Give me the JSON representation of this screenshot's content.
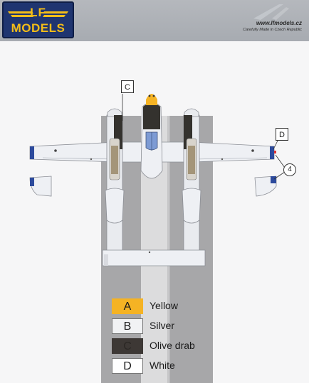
{
  "brand": {
    "logo_top": "LF",
    "logo_bottom": "MODELS",
    "url": "www.lfmodels.cz",
    "tagline": "Carefully Made in Czech Republic"
  },
  "callouts": {
    "c": "C",
    "d": "D",
    "four": "4"
  },
  "legend": [
    {
      "letter": "A",
      "label": "Yellow",
      "color": "#f5b324"
    },
    {
      "letter": "B",
      "label": "Silver",
      "color": "#f1f2f4"
    },
    {
      "letter": "C",
      "label": "Olive drab",
      "color": "#3d3835"
    },
    {
      "letter": "D",
      "label": "White",
      "color": "#ffffff"
    }
  ],
  "colors": {
    "header": "#aeb2b7",
    "logo_bg": "#1f3570",
    "logo_text": "#f3bd18",
    "runway": "#a7a7a9",
    "runway_stripe": "#dcdcdd",
    "aircraft": "#eef0f4",
    "olive": "#34322e",
    "insignia_blue": "#2c4a9c"
  }
}
